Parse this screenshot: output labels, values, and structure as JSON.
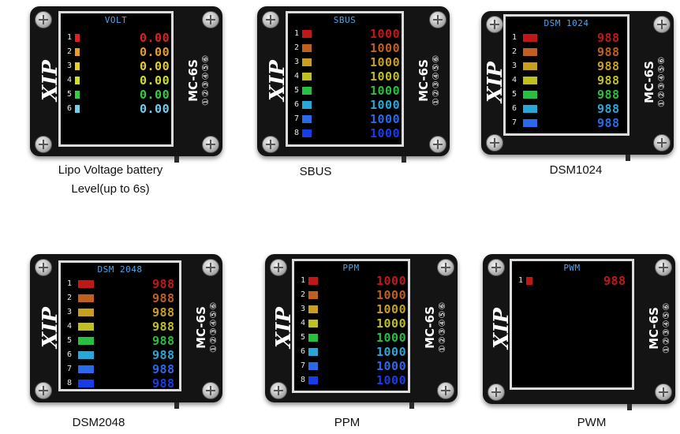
{
  "caption_bold_hint": "",
  "device": {
    "brand": "XIP",
    "model": "MC-6S",
    "modes": "①②③④⑤⑥"
  },
  "palette": [
    "#e02020",
    "#d8802a",
    "#d8c832",
    "#c8d820",
    "#28c040",
    "#2aa8e0",
    "#2a6ae8",
    "#1a3ce8"
  ],
  "panels": [
    {
      "id": "volt",
      "title": "VOLT",
      "title_color": "#4ea6e8",
      "caption": [
        "Lipo Voltage battery",
        "Level(up to 6s)"
      ],
      "channels": [
        {
          "n": "1",
          "v": "0.00",
          "color": "#e02020"
        },
        {
          "n": "2",
          "v": "0.00",
          "color": "#e8a020"
        },
        {
          "n": "3",
          "v": "0.00",
          "color": "#e8d020"
        },
        {
          "n": "4",
          "v": "0.00",
          "color": "#d0e020"
        },
        {
          "n": "5",
          "v": "0.00",
          "color": "#30d040"
        },
        {
          "n": "6",
          "v": "0.00",
          "color": "#70d0f0"
        }
      ]
    },
    {
      "id": "sbus",
      "title": "SBUS",
      "title_color": "#4ea6e8",
      "caption": [
        "SBUS"
      ],
      "channels": [
        {
          "n": "1",
          "v": "1000",
          "color": "#c01818"
        },
        {
          "n": "2",
          "v": "1000",
          "color": "#c06020"
        },
        {
          "n": "3",
          "v": "1000",
          "color": "#c8a020"
        },
        {
          "n": "4",
          "v": "1000",
          "color": "#c0c020"
        },
        {
          "n": "5",
          "v": "1000",
          "color": "#28c040"
        },
        {
          "n": "6",
          "v": "1000",
          "color": "#28a8d8"
        },
        {
          "n": "7",
          "v": "1000",
          "color": "#2a6ae8"
        },
        {
          "n": "8",
          "v": "1000",
          "color": "#1a3ce8"
        }
      ]
    },
    {
      "id": "dsm1024",
      "title": "DSM 1024",
      "title_color": "#4ea6e8",
      "caption": [
        "DSM1024"
      ],
      "channels": [
        {
          "n": "1",
          "v": "988",
          "color": "#c01818"
        },
        {
          "n": "2",
          "v": "988",
          "color": "#c06020"
        },
        {
          "n": "3",
          "v": "988",
          "color": "#c8a020"
        },
        {
          "n": "4",
          "v": "988",
          "color": "#c0c020"
        },
        {
          "n": "5",
          "v": "988",
          "color": "#28c040"
        },
        {
          "n": "6",
          "v": "988",
          "color": "#28a8d8"
        },
        {
          "n": "7",
          "v": "988",
          "color": "#2a6ae8"
        }
      ]
    },
    {
      "id": "dsm2048",
      "title": "DSM 2048",
      "title_color": "#4ea6e8",
      "caption": [
        "DSM2048"
      ],
      "channels": [
        {
          "n": "1",
          "v": "988",
          "color": "#c01818"
        },
        {
          "n": "2",
          "v": "988",
          "color": "#c06020"
        },
        {
          "n": "3",
          "v": "988",
          "color": "#c8a020"
        },
        {
          "n": "4",
          "v": "988",
          "color": "#c0c020"
        },
        {
          "n": "5",
          "v": "988",
          "color": "#28c040"
        },
        {
          "n": "6",
          "v": "988",
          "color": "#28a8d8"
        },
        {
          "n": "7",
          "v": "988",
          "color": "#2a6ae8"
        },
        {
          "n": "8",
          "v": "988",
          "color": "#1a3ce8"
        }
      ]
    },
    {
      "id": "ppm",
      "title": "PPM",
      "title_color": "#4ea6e8",
      "caption": [
        "PPM"
      ],
      "channels": [
        {
          "n": "1",
          "v": "1000",
          "color": "#c01818"
        },
        {
          "n": "2",
          "v": "1000",
          "color": "#c06020"
        },
        {
          "n": "3",
          "v": "1000",
          "color": "#c8a020"
        },
        {
          "n": "4",
          "v": "1000",
          "color": "#c0c020"
        },
        {
          "n": "5",
          "v": "1000",
          "color": "#28c040"
        },
        {
          "n": "6",
          "v": "1000",
          "color": "#28a8d8"
        },
        {
          "n": "7",
          "v": "1000",
          "color": "#2a6ae8"
        },
        {
          "n": "8",
          "v": "1000",
          "color": "#1a3ce8"
        }
      ]
    },
    {
      "id": "pwm",
      "title": "PWM",
      "title_color": "#4ea6e8",
      "caption": [
        "PWM"
      ],
      "channels": [
        {
          "n": "1",
          "v": "988",
          "color": "#c01818"
        }
      ]
    }
  ]
}
